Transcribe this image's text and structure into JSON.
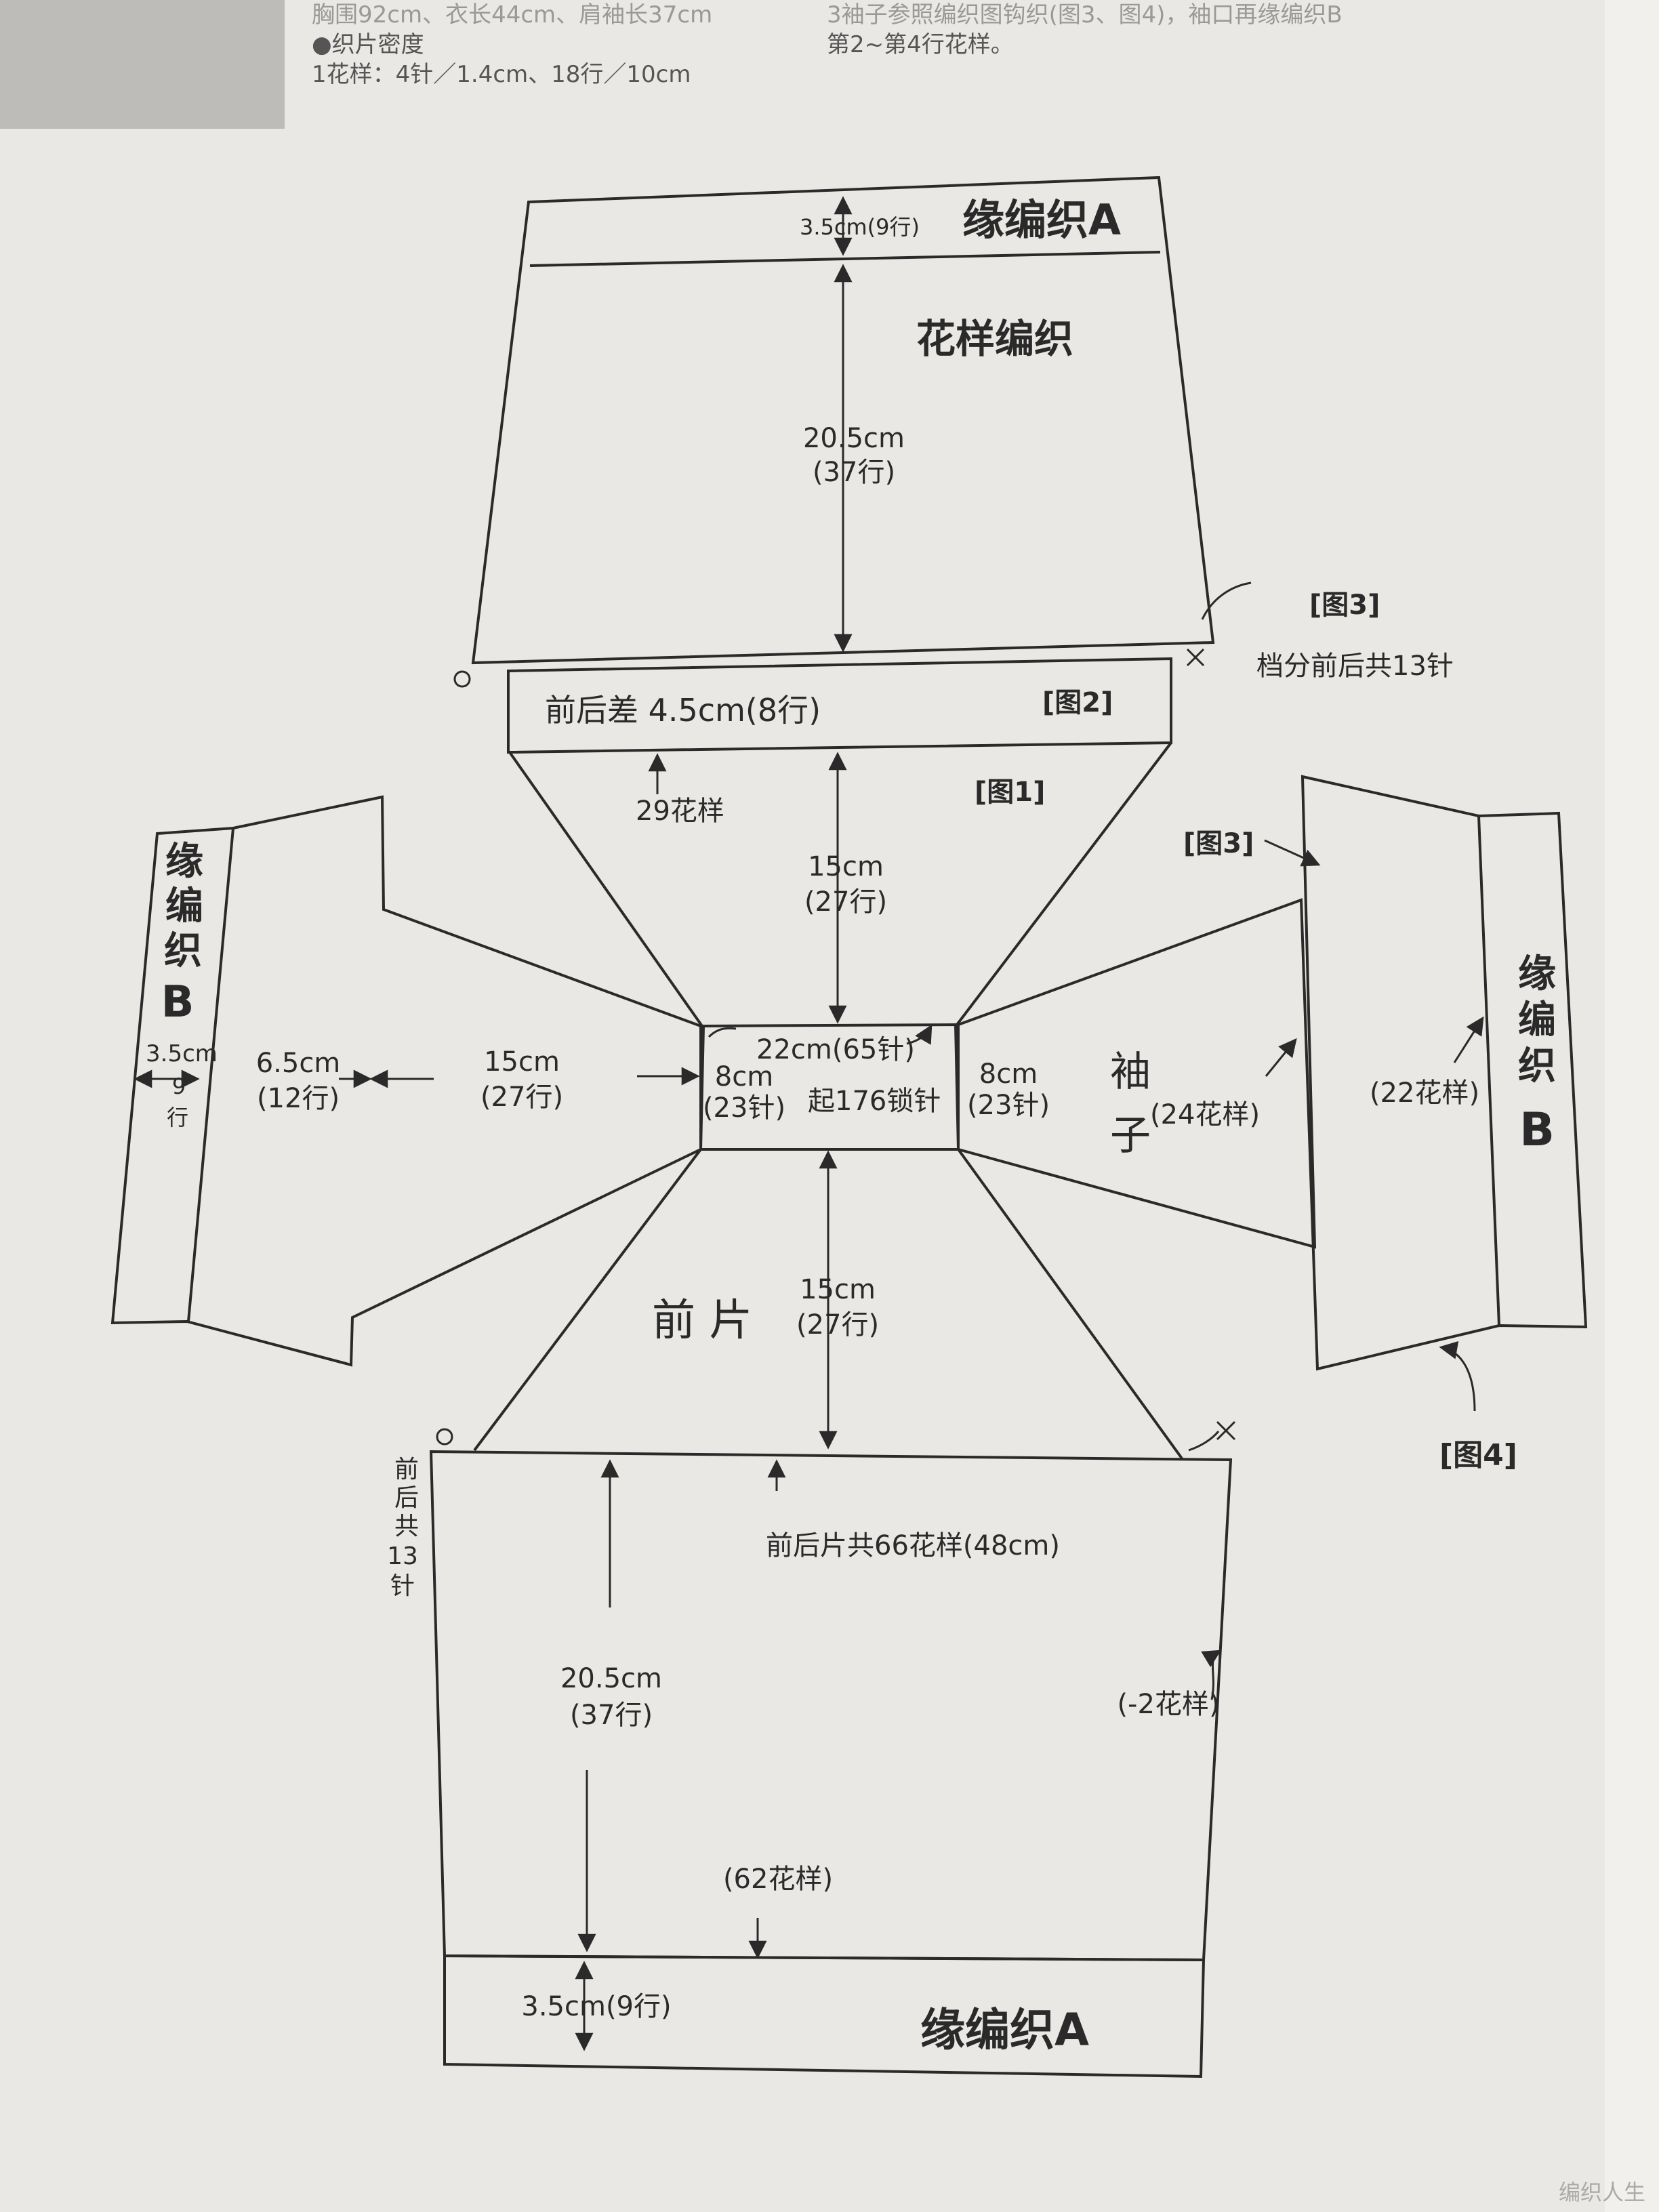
{
  "header": {
    "line1_left": "胸围92cm、衣长44cm、肩袖长37cm",
    "line2_left": "●织片密度",
    "line3_left": "1花样：4针／1.4cm、18行／10cm",
    "line1_right": "3袖子参照编织图钩织(图3、图4)，袖口再缘编织B",
    "line2_right": "第2~第4行花样。"
  },
  "back_piece": {
    "border_label": "缘编织A",
    "border_height": "3.5cm(9行)",
    "pattern_label": "花样编织",
    "height_cm": "20.5cm",
    "height_rows": "(37行)",
    "diff_label": "前后差 4.5cm(8行)",
    "fig2": "[图2]",
    "fig3": "[图3]",
    "gusset_note": "档分前后共13针"
  },
  "yoke": {
    "fig1": "[图1]",
    "top_patterns": "29花样",
    "top_cm": "15cm",
    "top_rows": "(27行)",
    "center_width": "22cm(65针)",
    "center_chain": "起176锁针",
    "left_cm": "8cm",
    "left_st": "(23针)",
    "right_cm": "8cm",
    "right_st": "(23针)",
    "bottom_cm": "15cm",
    "bottom_rows": "(27行)",
    "front_label": "前 片"
  },
  "left_sleeve": {
    "border_label": [
      "缘",
      "编",
      "织",
      "B"
    ],
    "border_cm": "3.5cm",
    "border_rows": "9",
    "border_rows_unit": "行",
    "mid_cm": "6.5cm",
    "mid_rows": "(12行)",
    "inner_cm": "15cm",
    "inner_rows": "(27行)"
  },
  "right_sleeve": {
    "fig3": "[图3]",
    "sleeve_label": [
      "袖",
      "子"
    ],
    "patterns_24": "(24花样)",
    "patterns_22": "(22花样)",
    "border_label": [
      "缘",
      "编",
      "织",
      "B"
    ],
    "fig4": "[图4]"
  },
  "front_piece": {
    "side_note": [
      "前",
      "后",
      "共",
      "13",
      "针"
    ],
    "total_patterns": "前后片共66花样(48cm)",
    "height_cm": "20.5cm",
    "height_rows": "(37行)",
    "decrease": "(-2花样)",
    "bottom_patterns": "(62花样)",
    "border_height": "3.5cm(9行)",
    "border_label": "缘编织A"
  },
  "symbols": {
    "circle": "○",
    "cross": "×"
  },
  "watermark": "编织人生"
}
